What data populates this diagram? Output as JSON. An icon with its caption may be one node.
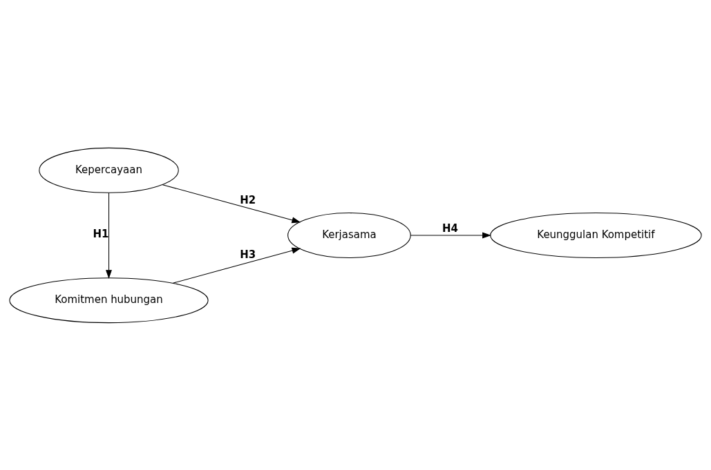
{
  "diagram": {
    "nodes": [
      {
        "text": [
          "Komitmen hubungan"
        ]
      },
      {
        "text": [
          "Kepercayaan"
        ]
      },
      {
        "text": [
          "Kerjasama"
        ]
      },
      {
        "text": [
          "Keunggulan Kompetitif"
        ]
      }
    ],
    "edges": [
      {
        "from": 1,
        "to": 0,
        "arrow": "to",
        "label": "H1"
      },
      {
        "from": 1,
        "to": 2,
        "arrow": "to",
        "label": "H2"
      },
      {
        "from": 0,
        "to": 2,
        "arrow": "to",
        "label": "H3"
      },
      {
        "from": 2,
        "to": 3,
        "arrow": "to",
        "label": "H4"
      }
    ]
  }
}
